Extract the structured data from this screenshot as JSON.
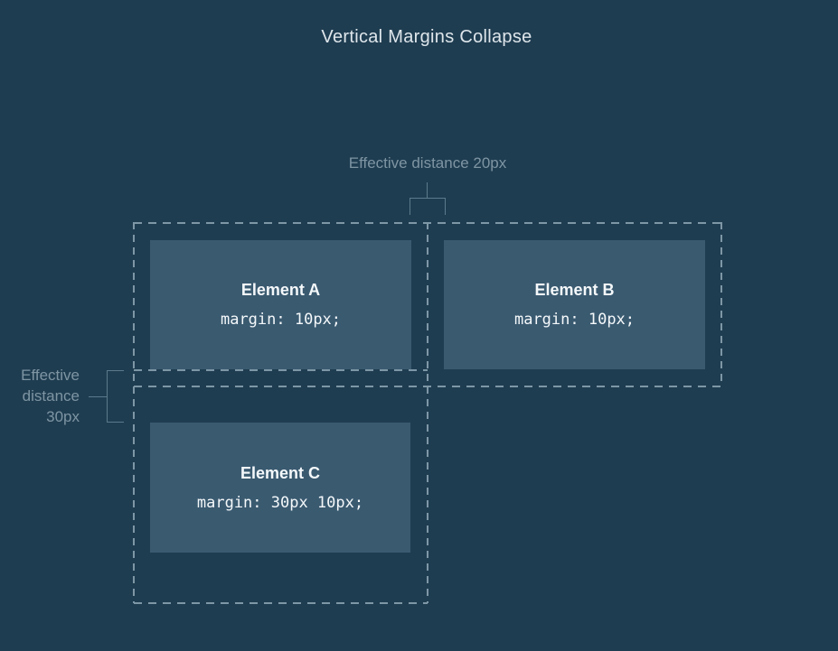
{
  "title": "Vertical Margins Collapse",
  "annotations": {
    "horizontal_gap": "Effective distance 20px",
    "vertical_gap": "Effective\ndistance\n30px"
  },
  "elements": [
    {
      "id": "A",
      "name": "Element A",
      "code": "margin: 10px;"
    },
    {
      "id": "B",
      "name": "Element B",
      "code": "margin: 10px;"
    },
    {
      "id": "C",
      "name": "Element C",
      "code": "margin: 30px 10px;"
    }
  ],
  "colors": {
    "background": "#1f3d51",
    "box_fill": "#3a5a70",
    "dashed_line": "#7e97a6",
    "bracket_line": "#5b7a8a",
    "muted_text": "#7e95a3",
    "title_text": "#dee6eb",
    "box_text": "#f4f8fa"
  }
}
